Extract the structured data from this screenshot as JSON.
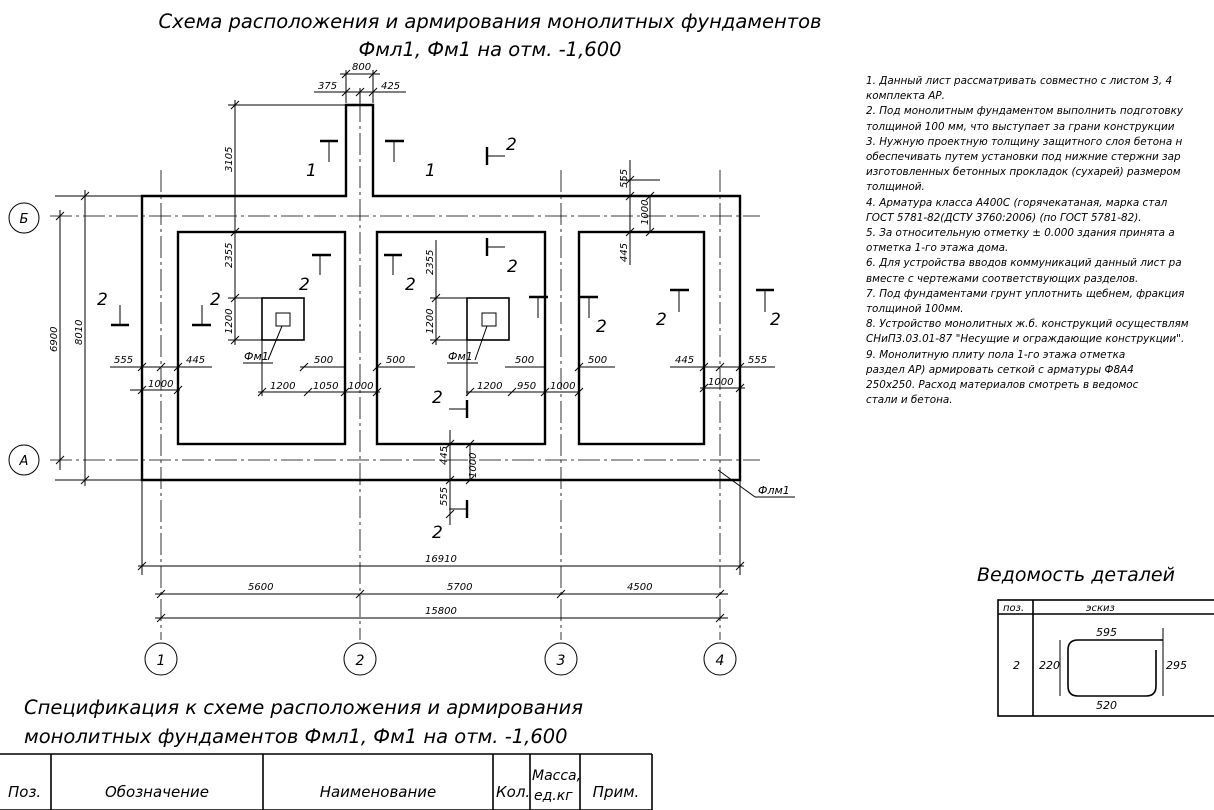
{
  "drawing": {
    "title_line1": "Схема расположения и армирования монолитных фундаментов",
    "title_line2": "Фмл1, Фм1 на отм. -1,600",
    "dims": {
      "top_800": "800",
      "top_375": "375",
      "top_425": "425",
      "v_3105": "3105",
      "v_2355_left": "2355",
      "v_2355_mid": "2355",
      "v_1200_left": "1200",
      "v_1200_mid": "1200",
      "v_555_top": "555",
      "v_1000_top": "1000",
      "v_445_top": "445",
      "v_6900": "6900",
      "v_8010": "8010",
      "v_445_bot": "445",
      "v_1000_bot": "1000",
      "v_555_bot": "555",
      "h_555_left": "555",
      "h_445_left": "445",
      "h_1000_left": "1000",
      "h_500_a": "500",
      "h_500_b": "500",
      "h_500_c": "500",
      "h_500_d": "500",
      "h_1200_a": "1200",
      "h_1050": "1050",
      "h_1000_a": "1000",
      "h_1200_b": "1200",
      "h_950": "950",
      "h_1000_b": "1000",
      "h_445_right": "445",
      "h_555_right": "555",
      "h_1000_right": "1000",
      "h_16910": "16910",
      "h_5600": "5600",
      "h_5700": "5700",
      "h_4500": "4500",
      "h_15800": "15800"
    },
    "labels": {
      "axis_b": "Б",
      "axis_a": "А",
      "axis_1": "1",
      "axis_2": "2",
      "axis_3": "3",
      "axis_4": "4",
      "fm1_left": "Фм1",
      "fm1_mid": "Фм1",
      "flm1": "Флм1",
      "cut_1": "1",
      "cut_2": "2"
    }
  },
  "notes": [
    "1. Данный лист рассматривать совместно с листом 3, 4",
    "комплекта АР.",
    "2. Под монолитным фундаментом выполнить подготовку",
    "толщиной 100 мм, что выступает за грани конструкции",
    "3. Нужную проектную толщину защитного слоя бетона н",
    "обеспечивать путем установки под нижние стержни зар",
    "изготовленных бетонных прокладок (сухарей) размером",
    "толщиной.",
    "4. Арматура класса А400С (горячекатаная, марка стал",
    "ГОСТ 5781-82(ДСТУ 3760:2006) (по ГОСТ 5781-82).",
    "5. За относительную отметку ± 0.000 здания принята а",
    "отметка 1-го этажа дома.",
    "6. Для устройства вводов коммуникаций данный лист ра",
    "вместе с чертежами соответствующих разделов.",
    "7. Под фундаментами грунт уплотнить щебнем, фракция",
    "толщиной 100мм.",
    "8. Устройство монолитных ж.б. конструкций осуществлям",
    "СНиП3.03.01-87 \"Несущие и ограждающие конструкции\".",
    "9. Монолитную плиту пола 1-го этажа отметка",
    "раздел АР) армировать сеткой с арматуры Ф8А4",
    "250х250. Расход материалов смотреть в ведомос",
    "стали и бетона."
  ],
  "details": {
    "title": "Ведомость деталей",
    "col_pos": "поз.",
    "col_sketch": "эскиз",
    "row_pos": "2",
    "dim_595": "595",
    "dim_220": "220",
    "dim_295": "295",
    "dim_520": "520"
  },
  "spec": {
    "title_line1": "Спецификация к схеме расположения и армирования",
    "title_line2": "монолитных фундаментов Фмл1, Фм1 на отм. -1,600",
    "col_pos": "Поз.",
    "col_designation": "Обозначение",
    "col_name": "Наименование",
    "col_qty": "Кол.",
    "col_mass_1": "Масса,",
    "col_mass_2": "ед.кг",
    "col_note": "Прим."
  }
}
